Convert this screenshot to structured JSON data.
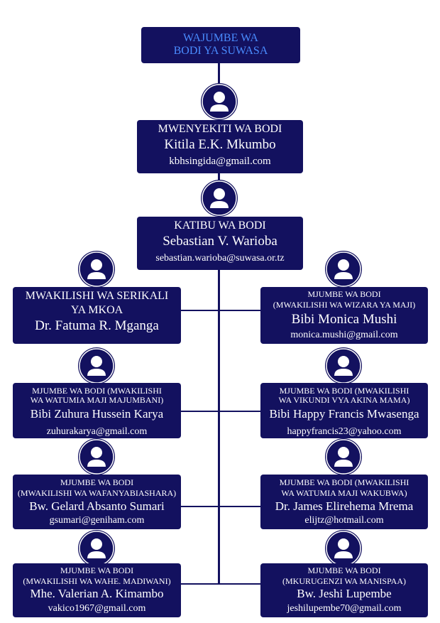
{
  "header": {
    "line1": "WAJUMBE WA",
    "line2": "BODI YA SUWASA",
    "color": "#4a8cff"
  },
  "chairman": {
    "title": "MWENYEKITI WA BODI",
    "name": "Kitila E.K. Mkumbo",
    "email": "kbhsingida@gmail.com"
  },
  "secretary": {
    "title": "KATIBU WA BODI",
    "name": "Sebastian V. Warioba",
    "email": "sebastian.warioba@suwasa.or.tz"
  },
  "left": [
    {
      "title1": "MWAKILISHI WA SERIKALI",
      "title2": "YA MKOA",
      "name": "Dr. Fatuma R. Mganga",
      "email": ""
    },
    {
      "title1": "MJUMBE WA BODI (MWAKILISHI",
      "title2": "WA WATUMIA MAJI MAJUMBANI)",
      "name": "Bibi Zuhura Hussein Karya",
      "email": "zuhurakarya@gmail.com"
    },
    {
      "title1": "MJUMBE WA BODI",
      "title2": "(MWAKILISHI WA WAFANYABIASHARA)",
      "name": "Bw. Gelard Absanto Sumari",
      "email": "gsumari@geniham.com"
    },
    {
      "title1": "MJUMBE WA BODI",
      "title2": "(MWAKILISHI WA WAHE. MADIWANI)",
      "name": "Mhe. Valerian A. Kimambo",
      "email": "vakico1967@gmail.com"
    }
  ],
  "right": [
    {
      "title1": "MJUMBE WA BODI",
      "title2": "(MWAKILISHI WA WIZARA YA MAJI)",
      "name": "Bibi Monica Mushi",
      "email": "monica.mushi@gmail.com"
    },
    {
      "title1": "MJUMBE WA BODI (MWAKILISHI",
      "title2": "WA VIKUNDI VYA AKINA MAMA)",
      "name": "Bibi Happy Francis Mwasenga",
      "email": "happyfrancis23@yahoo.com"
    },
    {
      "title1": "MJUMBE WA BODI (MWAKILISHI",
      "title2": "WA WATUMIA MAJI WAKUBWA)",
      "name": "Dr. James Elirehema Mrema",
      "email": "elijtz@hotmail.com"
    },
    {
      "title1": "MJUMBE WA BODI",
      "title2": "(MKURUGENZI WA MANISPAA)",
      "name": "Bw. Jeshi Lupembe",
      "email": "jeshilupembe70@gmail.com"
    }
  ],
  "colors": {
    "box": "#13115f",
    "text": "#ffffff",
    "background": "#ffffff"
  },
  "icons": {
    "member": "person-icon"
  }
}
